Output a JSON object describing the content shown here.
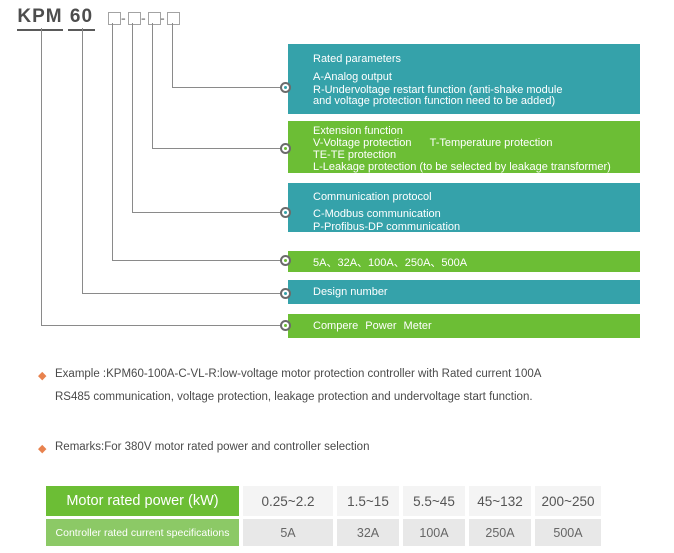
{
  "colors": {
    "teal": "#35a2aa",
    "green": "#6cbe35",
    "green_light": "#8cc966",
    "line_gray": "#8a8a8a",
    "bullet_orange": "#e8824e",
    "value_cell_light": "#f4f4f4",
    "value_cell_dark": "#e8e8e8"
  },
  "model_code": {
    "prefix": "KPM",
    "design_no": "60",
    "separator": "-"
  },
  "callout_boxes": [
    {
      "id": "rated-parameters",
      "color": "teal",
      "lines": [
        "Rated parameters",
        "A-Analog output",
        "R-Undervoltage restart function (anti-shake module",
        "and voltage protection function need to be added)"
      ]
    },
    {
      "id": "extension-function",
      "color": "green",
      "lines": [
        "Extension function",
        "V-Voltage protection      T-Temperature protection",
        "TE-TE protection",
        "L-Leakage protection (to be selected by leakage transformer)"
      ]
    },
    {
      "id": "communication-protocol",
      "color": "teal",
      "lines": [
        "Communication protocol",
        "C-Modbus communication",
        "P-Profibus-DP communication"
      ]
    },
    {
      "id": "current-ratings",
      "color": "green",
      "lines": [
        "5A、32A、100A、250A、500A"
      ]
    },
    {
      "id": "design-number",
      "color": "teal",
      "lines": [
        "Design number"
      ]
    },
    {
      "id": "product-name",
      "color": "green",
      "lines": [
        "Compere Power Meter"
      ]
    }
  ],
  "example": {
    "line1": "Example :KPM60-100A-C-VL-R:low-voltage motor protection controller with Rated current 100A",
    "line2": "RS485 communication, voltage protection, leakage protection and undervoltage start function.",
    "bullet": "◆"
  },
  "remarks": {
    "text": "Remarks:For 380V motor rated power and controller selection",
    "bullet": "◆"
  },
  "selection_table": {
    "header_label": "Motor rated power (kW)",
    "header_values": [
      "0.25~2.2",
      "1.5~15",
      "5.5~45",
      "45~132",
      "200~250"
    ],
    "row_label": "Controller rated current specifications",
    "row_values": [
      "5A",
      "32A",
      "100A",
      "250A",
      "500A"
    ]
  }
}
